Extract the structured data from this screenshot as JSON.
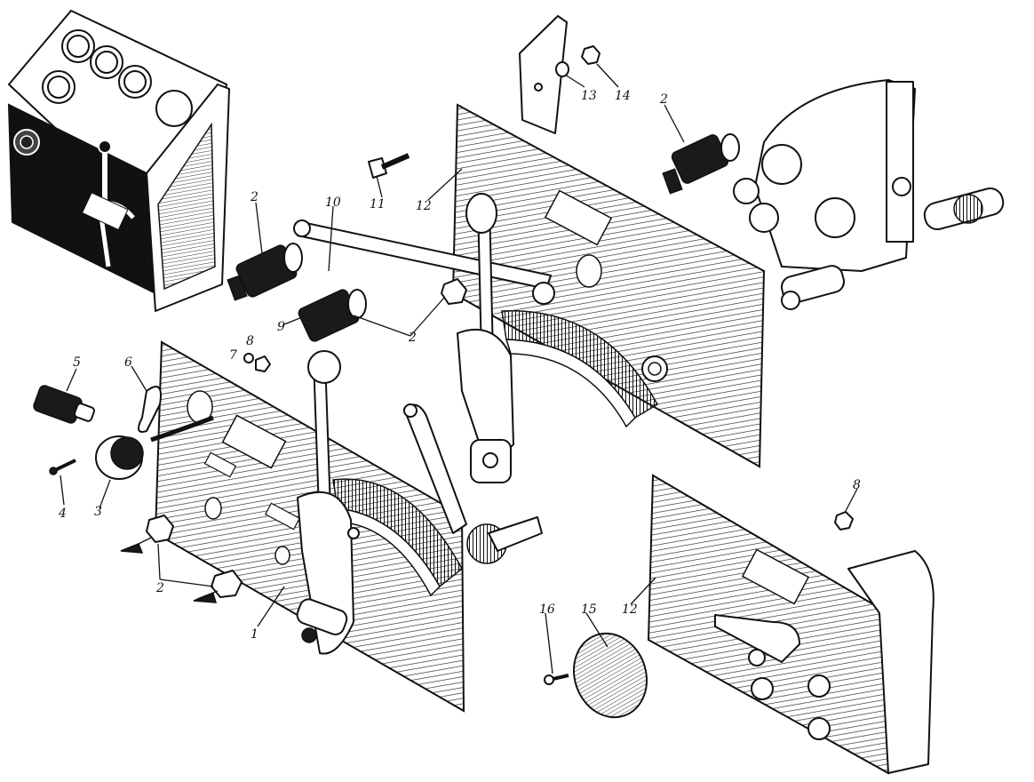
{
  "labels": {
    "l1": "1",
    "l2a": "2",
    "l2b": "2",
    "l2c": "2",
    "l2d": "2",
    "l3": "3",
    "l4": "4",
    "l5": "5",
    "l6": "6",
    "l7": "7",
    "l8a": "8",
    "l8b": "8",
    "l9": "9",
    "l10": "10",
    "l11": "11",
    "l12a": "12",
    "l12b": "12",
    "l13": "13",
    "l14": "14",
    "l15": "15",
    "l16": "16"
  }
}
